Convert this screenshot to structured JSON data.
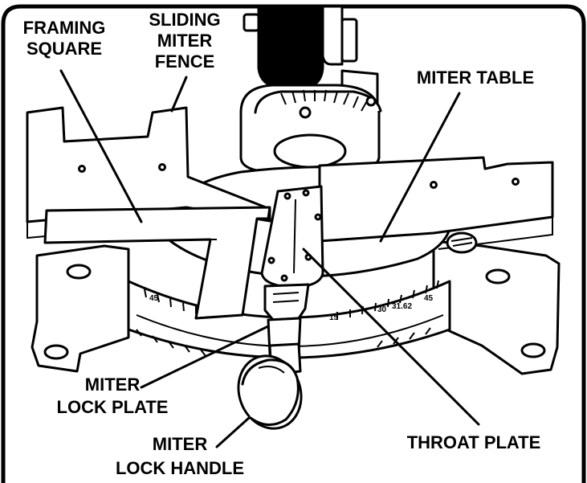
{
  "labels": {
    "framing_square_1": "FRAMING",
    "framing_square_2": "SQUARE",
    "sliding_fence_1": "SLIDING",
    "sliding_fence_2": "MITER",
    "sliding_fence_3": "FENCE",
    "miter_table": "MITER TABLE",
    "miter_lock_plate_1": "MITER",
    "miter_lock_plate_2": "LOCK PLATE",
    "miter_lock_handle_1": "MITER",
    "miter_lock_handle_2": "LOCK HANDLE",
    "throat_plate": "THROAT PLATE"
  },
  "scale_marks": {
    "left_45": "45",
    "right_45": "45",
    "right_30": "30",
    "right_15": "15",
    "right_31_62": "31.62"
  },
  "colors": {
    "ink": "#000000",
    "paper": "#ffffff"
  }
}
